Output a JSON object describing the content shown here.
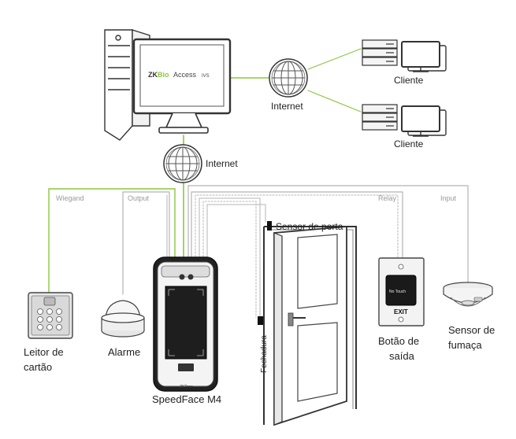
{
  "colors": {
    "green_wire": "#8cc63f",
    "gray_wire": "#b5b5b5",
    "outline": "#333333",
    "device_dark": "#1e1e1e"
  },
  "software": {
    "name_brand": "ZK",
    "name_bio": "Bio",
    "name_rest": "Access",
    "name_suffix": "IVS"
  },
  "network": {
    "internet_right": "Internet",
    "internet_center": "Internet"
  },
  "clients": [
    "Cliente",
    "Cliente"
  ],
  "wires": {
    "wiegand": "Wiegand",
    "output": "Output",
    "relay": "Relay",
    "input": "Input"
  },
  "devices": {
    "card_reader": [
      "Leitor de",
      "cartão"
    ],
    "alarm": "Alarme",
    "terminal": "SpeedFace M4",
    "terminal_brand": "ZKTeco",
    "door_sensor": "Sensor de porta",
    "lock": "Fechadura",
    "exit_button": [
      "Botão de",
      "saída"
    ],
    "exit_text": "EXIT",
    "exit_plate_brand": "No Touch",
    "smoke_sensor": [
      "Sensor de",
      "fumaça"
    ]
  },
  "icons": [
    "pc-tower-icon",
    "monitor-icon",
    "globe-icon",
    "server-icon",
    "keypad-icon",
    "siren-icon",
    "door-icon",
    "exit-button-icon",
    "smoke-detector-icon"
  ]
}
